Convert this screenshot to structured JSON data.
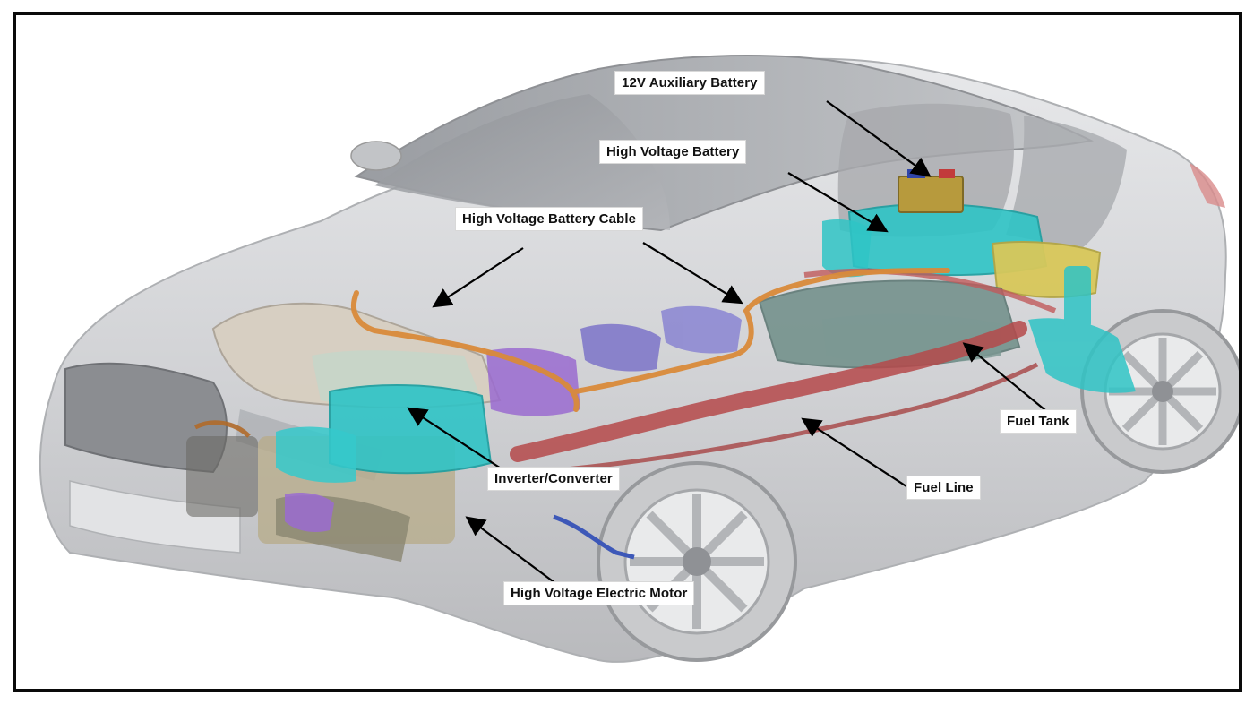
{
  "labels": {
    "aux_battery": "12V Auxiliary Battery",
    "hv_battery": "High Voltage Battery",
    "hv_battery_cable": "High Voltage Battery Cable",
    "inverter_converter": "Inverter/Converter",
    "electric_motor": "High Voltage Electric Motor",
    "fuel_tank": "Fuel Tank",
    "fuel_line": "Fuel Line"
  },
  "colors": {
    "frame_border": "#0a0a0a",
    "car_body": "#d2d3d5",
    "hv_component": "#2fc4c6",
    "hv_cable": "#d98a3a",
    "fuel_line": "#b5494a",
    "auxiliary": "#9a6bd0",
    "battery_yellow": "#d8c85a",
    "arrow": "#000000"
  }
}
